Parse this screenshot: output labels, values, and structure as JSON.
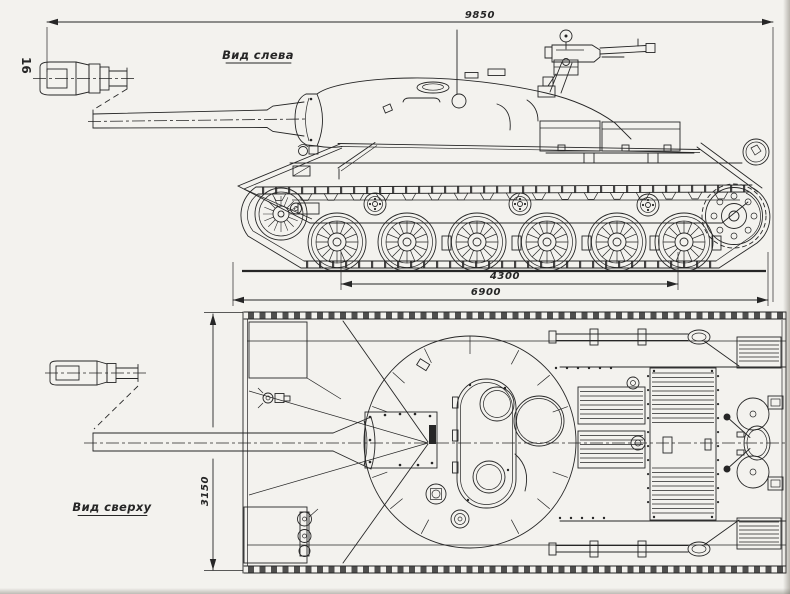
{
  "page": {
    "number": "16",
    "paper_color": "#f3f2ee",
    "ink_color": "#262626"
  },
  "side_view": {
    "label": "Вид слева",
    "dimensions": {
      "overall_length": "9850",
      "track_contact_length": "4300",
      "hull_length": "6900"
    }
  },
  "top_view": {
    "label": "Вид сверху",
    "dimensions": {
      "overall_width": "3150"
    }
  }
}
